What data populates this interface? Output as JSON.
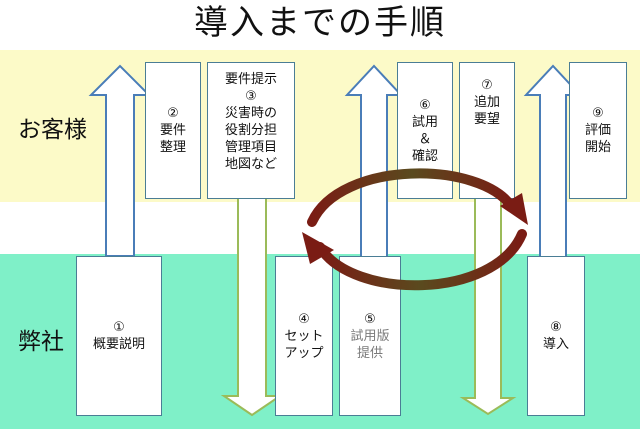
{
  "title": "導入までの手順",
  "bands": {
    "customer": "お客様",
    "company": "弊社"
  },
  "steps": [
    {
      "num": "①",
      "label": "概要説明",
      "side": "company",
      "arrow": "up",
      "arrow_color": "#4a7db8"
    },
    {
      "num": "②",
      "label": "要件\n整理",
      "side": "customer",
      "arrow": "none"
    },
    {
      "num": "③",
      "label_above": "要件提示",
      "label": "災害時の\n役割分担\n管理項目\n地図など",
      "side": "customer",
      "arrow": "down",
      "arrow_color": "#9bbb59"
    },
    {
      "num": "④",
      "label": "セット\nアップ",
      "side": "company",
      "arrow": "none"
    },
    {
      "num": "⑤",
      "label": "試用版\n提供",
      "side": "company",
      "arrow": "up",
      "arrow_color": "#4a7db8",
      "muted": true
    },
    {
      "num": "⑥",
      "label": "試用\n＆\n確認",
      "side": "customer",
      "arrow": "none"
    },
    {
      "num": "⑦",
      "label": "追加\n要望",
      "side": "customer",
      "arrow": "down",
      "arrow_color": "#9bbb59"
    },
    {
      "num": "⑧",
      "label": "導入",
      "side": "company",
      "arrow": "up",
      "arrow_color": "#4a7db8"
    },
    {
      "num": "⑨",
      "label": "評価\n開始",
      "side": "customer",
      "arrow": "none"
    }
  ],
  "colors": {
    "customer_band": "#fcfac8",
    "company_band": "#7ff0c8",
    "up_arrow": "#4a7db8",
    "down_arrow": "#9bbb59",
    "cycle_arrow": "#7a1c14"
  },
  "cycle": {
    "between": [
      "④",
      "⑤",
      "⑥",
      "⑦"
    ],
    "icon": "circular-cycle-arrows"
  }
}
